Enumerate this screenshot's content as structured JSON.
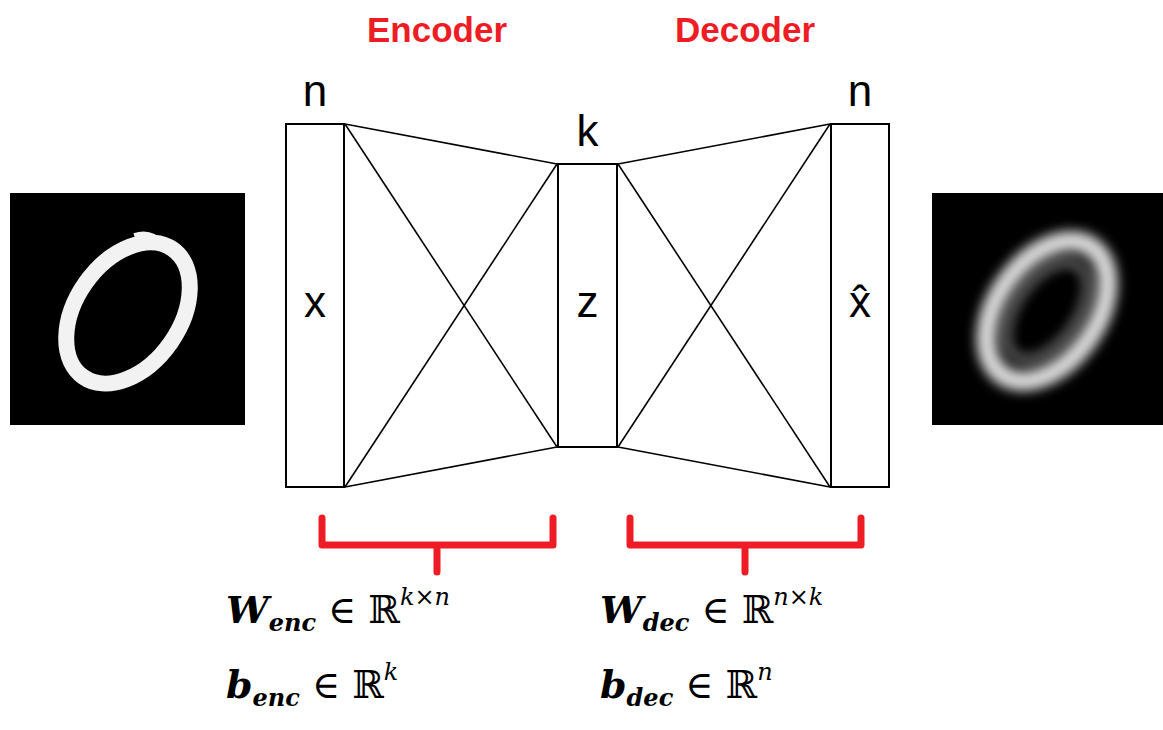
{
  "diagram": {
    "nodes": [
      {
        "text": [
          "n",
          "x"
        ]
      },
      {
        "text": [
          "k",
          "z"
        ]
      },
      {
        "text": [
          "n",
          "x̂"
        ]
      }
    ],
    "edges": [
      {
        "from": 0,
        "to": 1,
        "arrow": "none"
      },
      {
        "from": 1,
        "to": 2,
        "arrow": "none"
      }
    ],
    "labels": [
      "Encoder",
      "Decoder",
      "W",
      "enc",
      " ∈ ℝ",
      "k×n",
      "W",
      "dec",
      " ∈ ℝ",
      "n×k",
      "b",
      "enc",
      " ∈ ℝ",
      "k",
      "b",
      "dec",
      " ∈ ℝ",
      "n"
    ]
  }
}
